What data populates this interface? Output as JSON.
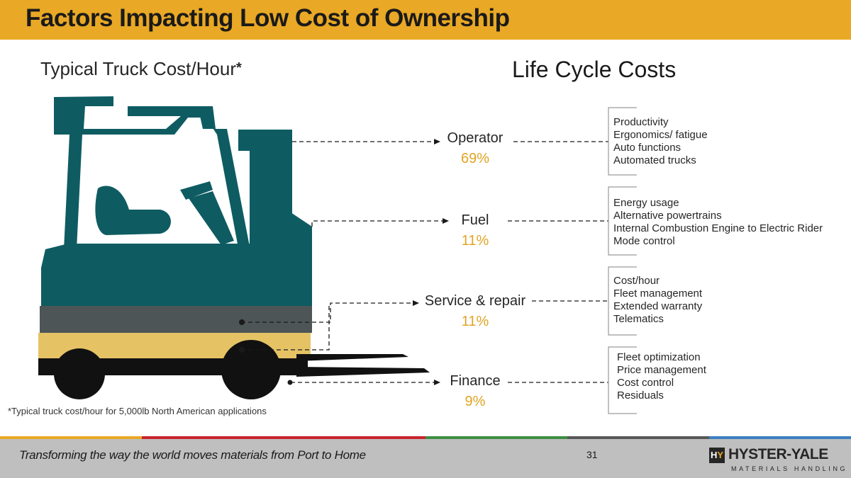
{
  "title": "Factors Impacting Low Cost of Ownership",
  "left_title": "Typical Truck Cost/Hour",
  "left_title_star": "*",
  "right_title": "Life Cycle Costs",
  "footnote": "*Typical truck cost/hour for 5,000lb North American applications",
  "categories": [
    {
      "name": "Operator",
      "percent": "69%",
      "factors": [
        "Productivity",
        "Ergonomics/ fatigue",
        "Auto functions",
        "Automated trucks"
      ]
    },
    {
      "name": "Fuel",
      "percent": "11%",
      "factors": [
        "Energy usage",
        "Alternative powertrains",
        "Internal Combustion Engine to Electric Rider",
        "Mode control"
      ]
    },
    {
      "name": "Service & repair",
      "percent": "11%",
      "factors": [
        "Cost/hour",
        "Fleet management",
        "Extended warranty",
        "Telematics"
      ]
    },
    {
      "name": "Finance",
      "percent": "9%",
      "factors": [
        "Fleet optimization",
        "Price management",
        "Cost control",
        "Residuals"
      ]
    }
  ],
  "footer": {
    "tagline": "Transforming the way the world moves materials from Port to Home",
    "page_number": "31",
    "logo_mark_h": "H",
    "logo_mark_y": "Y",
    "logo_name": "HYSTER-YALE",
    "logo_sub": "MATERIALS HANDLING"
  },
  "colors": {
    "header": "#E9A825",
    "truck_teal": "#0E5C62",
    "service_band": "#4D5557",
    "finance_band": "#E5C365",
    "percent_text": "#E0A424",
    "footer_bg": "#BFBFBF",
    "stripes": [
      "#E9A825",
      "#C8242F",
      "#3E8E41",
      "#585858",
      "#3C7FC1"
    ]
  },
  "icons": [
    "forklift-silhouette",
    "arrow-right-icon",
    "bracket-icon",
    "hyster-yale-logo"
  ]
}
